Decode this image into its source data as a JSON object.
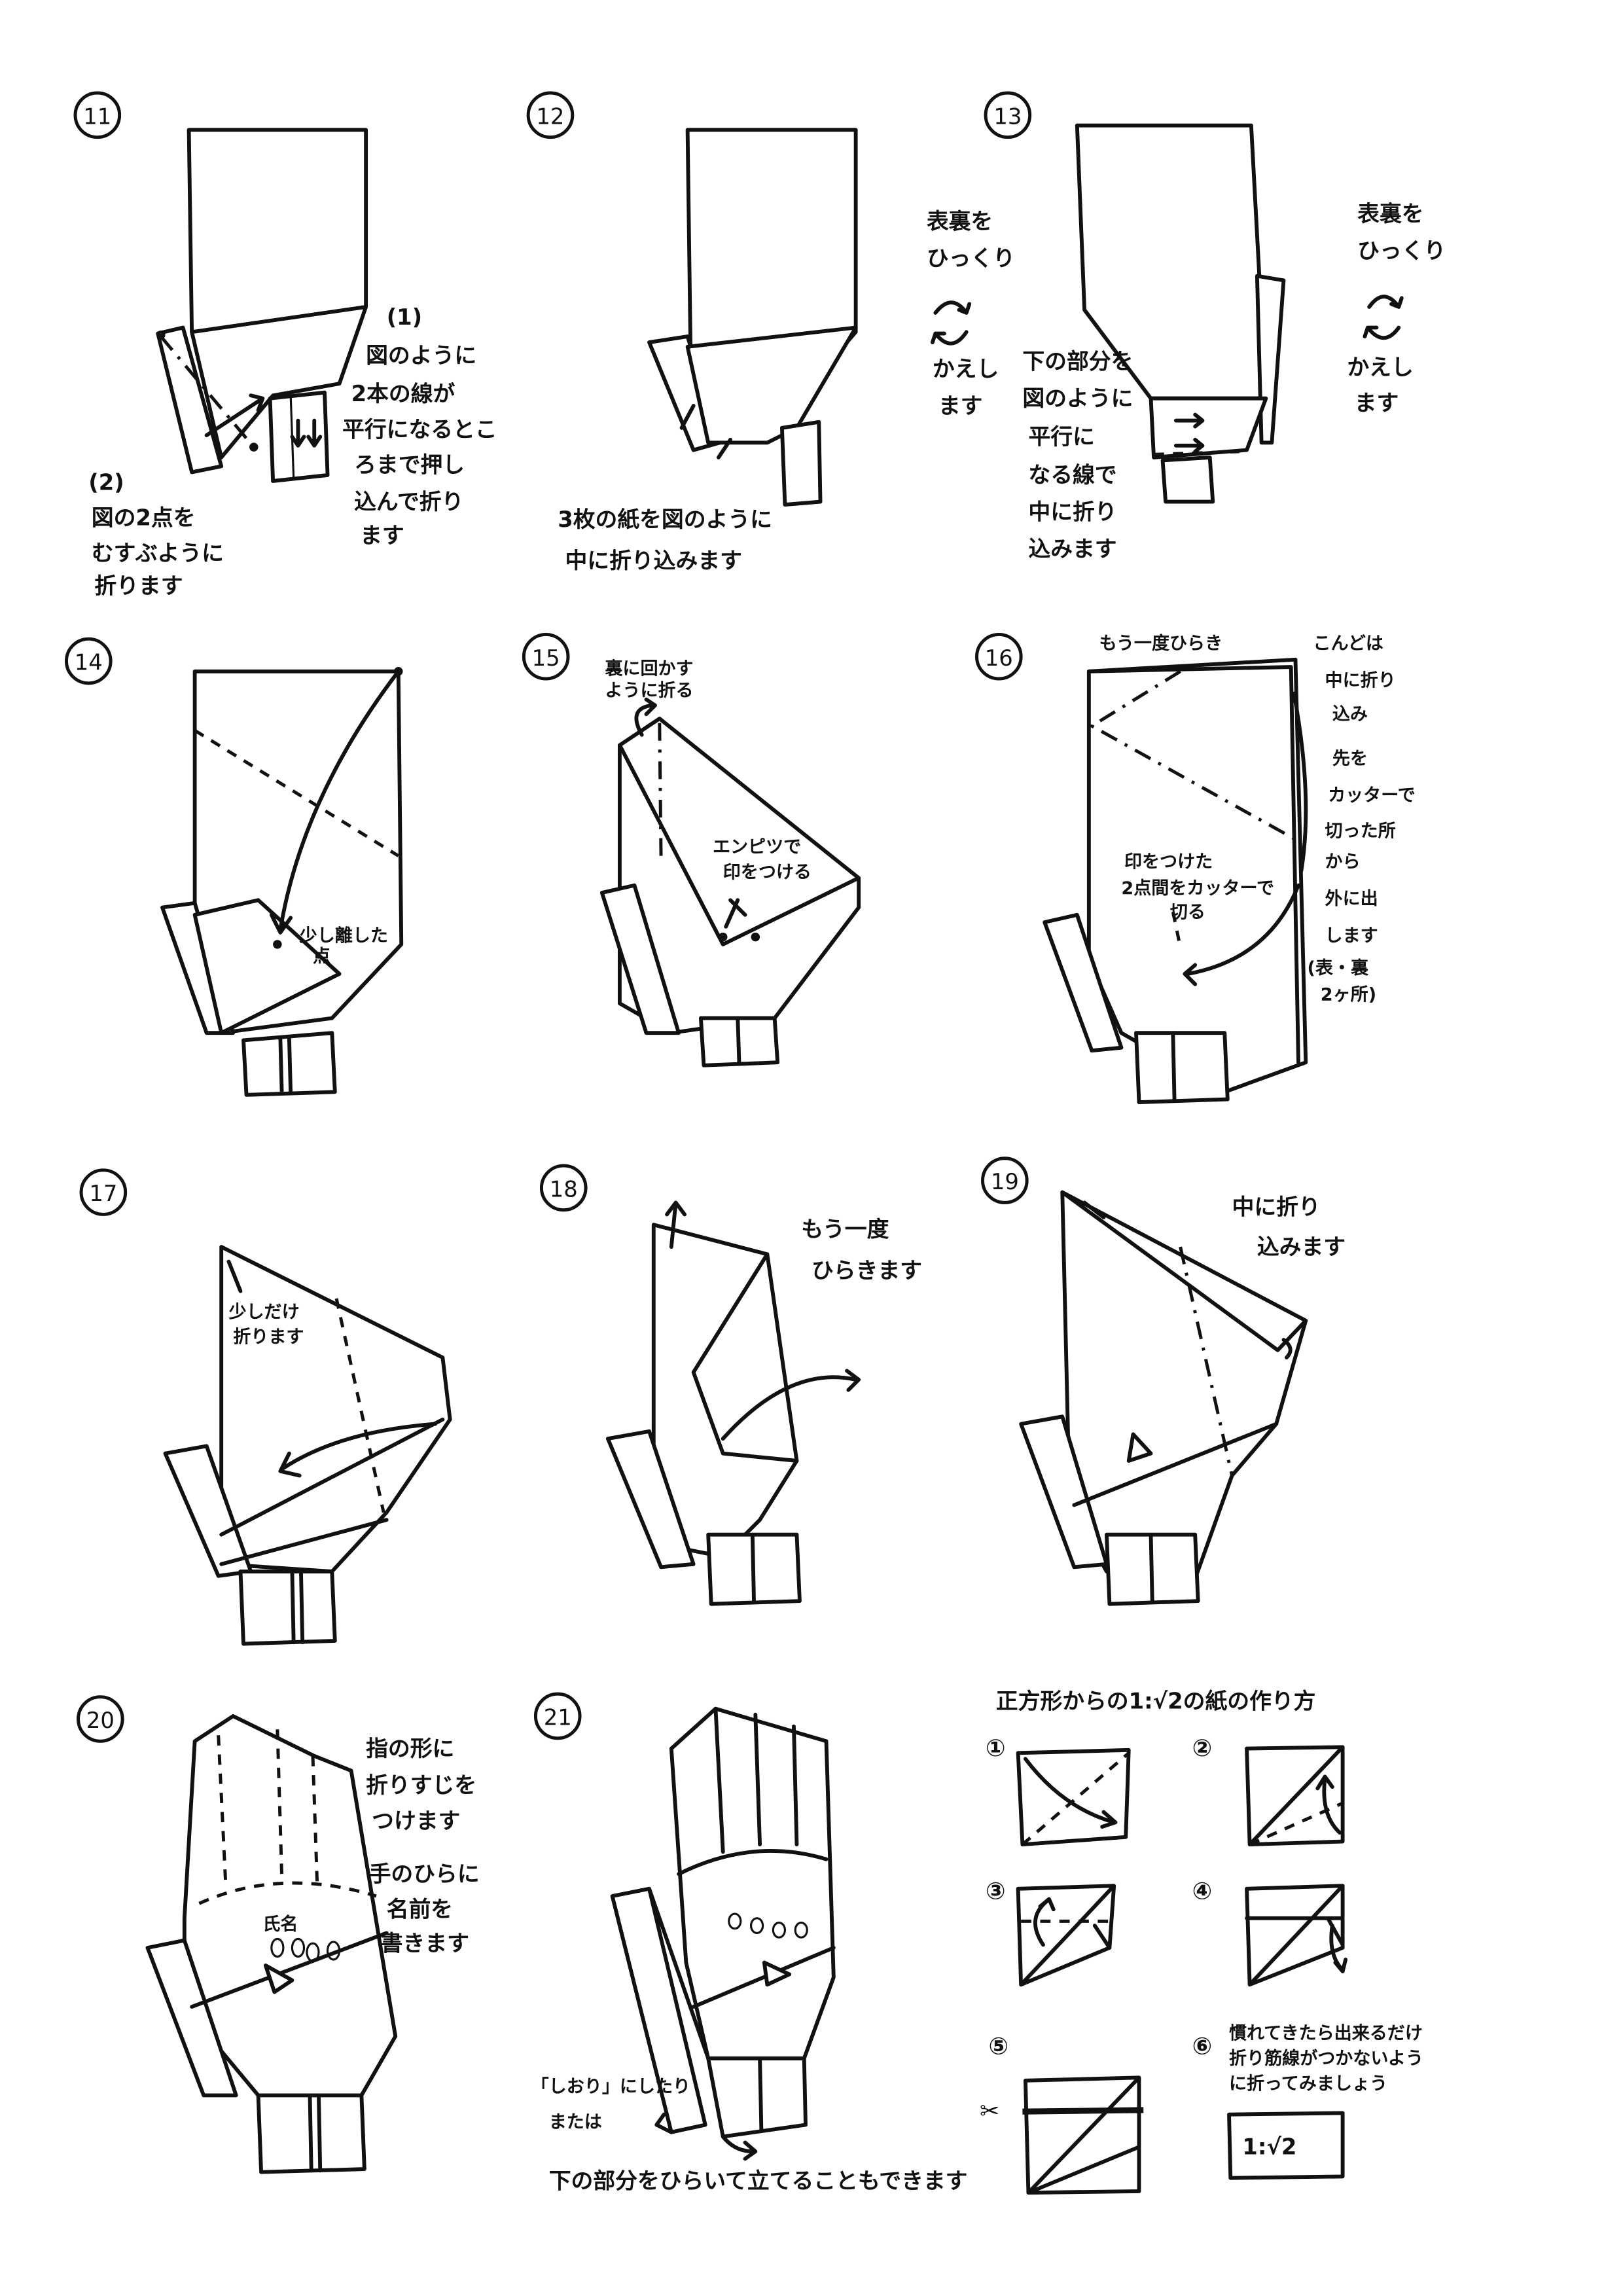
{
  "step11": {
    "number": "11",
    "note_1": [
      "(1)",
      "図のように",
      "2本の線が",
      "平行になるとこ",
      "ろまで押し",
      "込んで折り",
      "ます"
    ],
    "note_2": [
      "(2)",
      "図の2点を",
      "むすぶように",
      "折ります"
    ]
  },
  "step12": {
    "number": "12",
    "note": [
      "3枚の紙を図のように",
      "中に折り込みます"
    ]
  },
  "flip_1": {
    "lines": [
      "表裏を",
      "ひっくり",
      "かえし",
      "ます"
    ]
  },
  "step13": {
    "number": "13",
    "note": [
      "下の部分を",
      "図のように",
      "平行に",
      "なる線で",
      "中に折り",
      "込みます"
    ]
  },
  "flip_2": {
    "lines": [
      "表裏を",
      "ひっくり",
      "かえし",
      "ます"
    ]
  },
  "step14": {
    "number": "14",
    "note": [
      "少し離した",
      "点"
    ]
  },
  "step15": {
    "number": "15",
    "note_top": [
      "裏に回かす",
      "ように折る"
    ],
    "note_mark": [
      "エンピツで",
      "印をつける"
    ]
  },
  "step16": {
    "number": "16",
    "note_top": "もう一度ひらき",
    "note_right": [
      "こんどは",
      "中に折り",
      "込み",
      "先を",
      "カッターで",
      "切った所",
      "から",
      "外に出",
      "します",
      "(表・裏",
      "2ヶ所)"
    ],
    "note_cut": [
      "印をつけた",
      "2点間をカッターで",
      "切る"
    ]
  },
  "step17": {
    "number": "17",
    "note": [
      "少しだけ",
      "折ります"
    ]
  },
  "step18": {
    "number": "18",
    "note": [
      "もう一度",
      "ひらきます"
    ]
  },
  "step19": {
    "number": "19",
    "note": [
      "中に折り",
      "込みます"
    ]
  },
  "step20": {
    "number": "20",
    "note_1": [
      "指の形に",
      "折りすじを",
      "つけます"
    ],
    "note_2": [
      "手のひらに",
      "名前を",
      "書きます"
    ],
    "name_label": "氏名"
  },
  "step21": {
    "number": "21",
    "note": [
      "「しおり」にしたり",
      "または"
    ],
    "note_bottom": "下の部分をひらいて立てることもできます"
  },
  "paper_guide": {
    "title": "正方形からの1:√2の紙の作り方",
    "steps": [
      "①",
      "②",
      "③",
      "④",
      "⑤",
      "⑥"
    ],
    "note_6": [
      "慣れてきたら出来るだけ",
      "折り筋線がつかないよう",
      "に折ってみましょう"
    ],
    "ratio_label": "1:√2",
    "scissors_icon": "✂"
  }
}
